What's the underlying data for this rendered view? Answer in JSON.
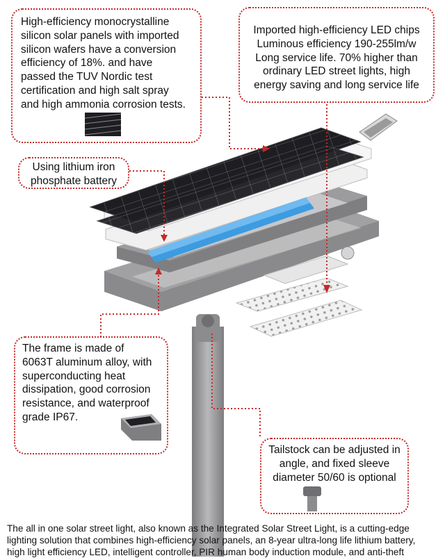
{
  "callouts": {
    "solar_panel": {
      "lines": [
        "High-efficiency monocrystalline",
        "silicon solar panels with imported",
        "silicon wafers have a conversion",
        "efficiency of 18%. and have",
        "passed the TUV Nordic test",
        "certification and high salt spray",
        "and high ammonia corrosion tests."
      ],
      "icon": "solar-cell-thumbnail"
    },
    "led_chips": {
      "lines": [
        "Imported high-efficiency LED chips",
        "Luminous efficiency 190-255lm/w",
        "Long service life. 70% higher than",
        "ordinary LED street lights, high",
        "energy saving and long service life"
      ],
      "icon": "led-module-thumbnail"
    },
    "battery": {
      "lines": [
        "Using lithium iron",
        "phosphate battery"
      ]
    },
    "frame": {
      "lines": [
        "The frame is made of",
        "6063T aluminum alloy, with",
        "superconducting heat",
        "dissipation, good corrosion",
        "resistance, and waterproof",
        "grade IP67."
      ],
      "icon": "frame-profile-thumbnail"
    },
    "tailstock": {
      "lines": [
        "Tailstock can be adjusted in",
        "angle, and fixed sleeve",
        "diameter 50/60 is optional"
      ],
      "icon": "tailstock-thumbnail"
    }
  },
  "description": {
    "lines": [
      "The all in one solar street light, also known as the Integrated Solar Street Light, is a cutting-edge",
      "lighting solution that combines high-efficiency solar panels, an 8-year ultra-long life lithium battery,",
      "high light efficiency LED, intelligent controller, PIR human body induction module, and anti-theft"
    ]
  },
  "colors": {
    "callout_border": "#c62828",
    "leader_line": "#c62828",
    "solar_cell": "#1b1b1f",
    "battery": "#3d9be0",
    "frame": "#8a8a8c",
    "pole": "#9a9a9c"
  }
}
